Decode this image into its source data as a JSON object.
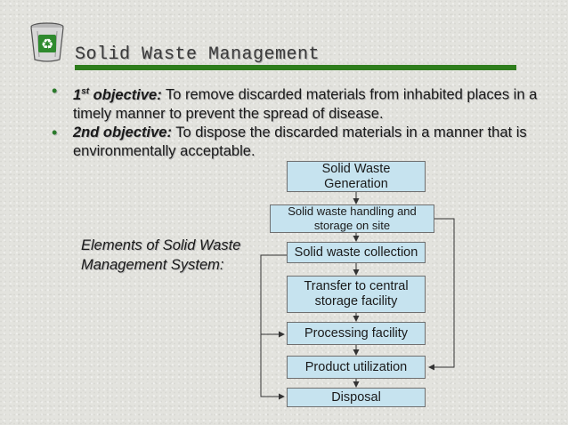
{
  "header": {
    "title": "Solid Waste Management",
    "icon": "recycle-bin-icon",
    "bar_color": "#2e7d1c"
  },
  "objectives": [
    {
      "label_main": "1",
      "label_sup": "st",
      "label_rest": " objective:",
      "text": " To remove discarded materials from inhabited places in a timely manner to prevent the spread of disease."
    },
    {
      "label_main": "2nd objective:",
      "label_sup": "",
      "label_rest": "",
      "text": " To dispose the discarded materials in a manner that is environmentally acceptable."
    }
  ],
  "elements_label": "Elements of Solid Waste Management System:",
  "flowchart": {
    "box_color": "#c6e3ef",
    "generation": "Solid Waste Generation",
    "handling": "Solid waste handling and storage on site",
    "collection": "Solid waste collection",
    "transfer": "Transfer to central storage facility",
    "processing": "Processing facility",
    "product": "Product utilization",
    "disposal": "Disposal"
  }
}
